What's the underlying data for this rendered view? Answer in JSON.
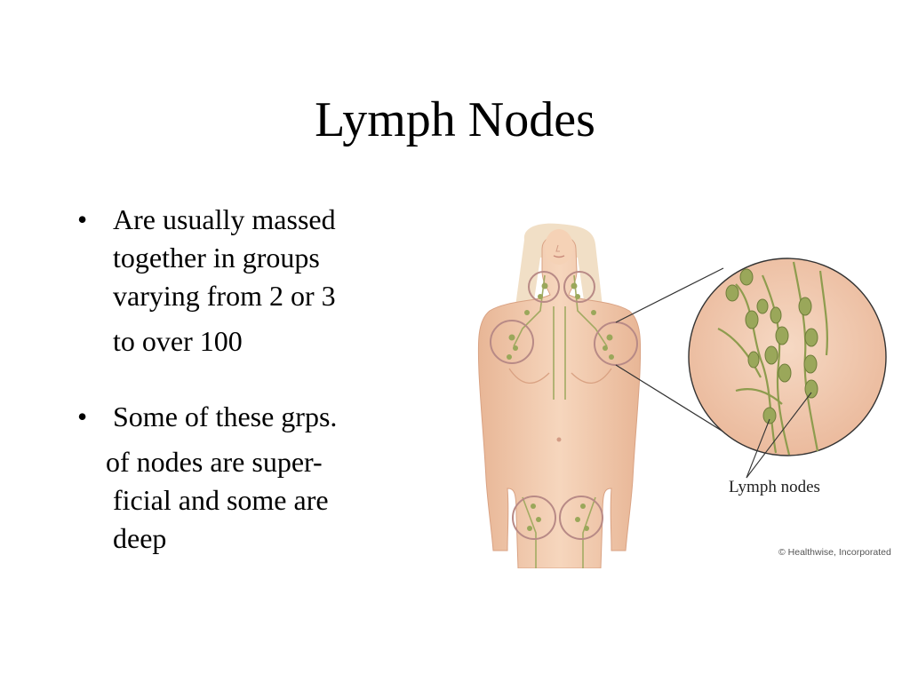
{
  "slide": {
    "title": "Lymph Nodes",
    "bullets": [
      {
        "marker": "•",
        "lines": [
          "Are usually massed",
          "together in groups",
          "varying from 2 or 3",
          "to over 100"
        ]
      },
      {
        "marker": "•",
        "lines": [
          "Some of these grps.",
          "of nodes are super-",
          "ficial and some are",
          "deep"
        ]
      }
    ]
  },
  "figure": {
    "label": "Lymph nodes",
    "credit": "© Healthwise, Incorporated",
    "colors": {
      "skin": "#f3cfb1",
      "skin_shadow": "#e2ad8c",
      "node": "#9aa75a",
      "node_dark": "#6f7d3a",
      "circle_outline": "#b88a86",
      "hair": "#f0dcc0"
    }
  }
}
